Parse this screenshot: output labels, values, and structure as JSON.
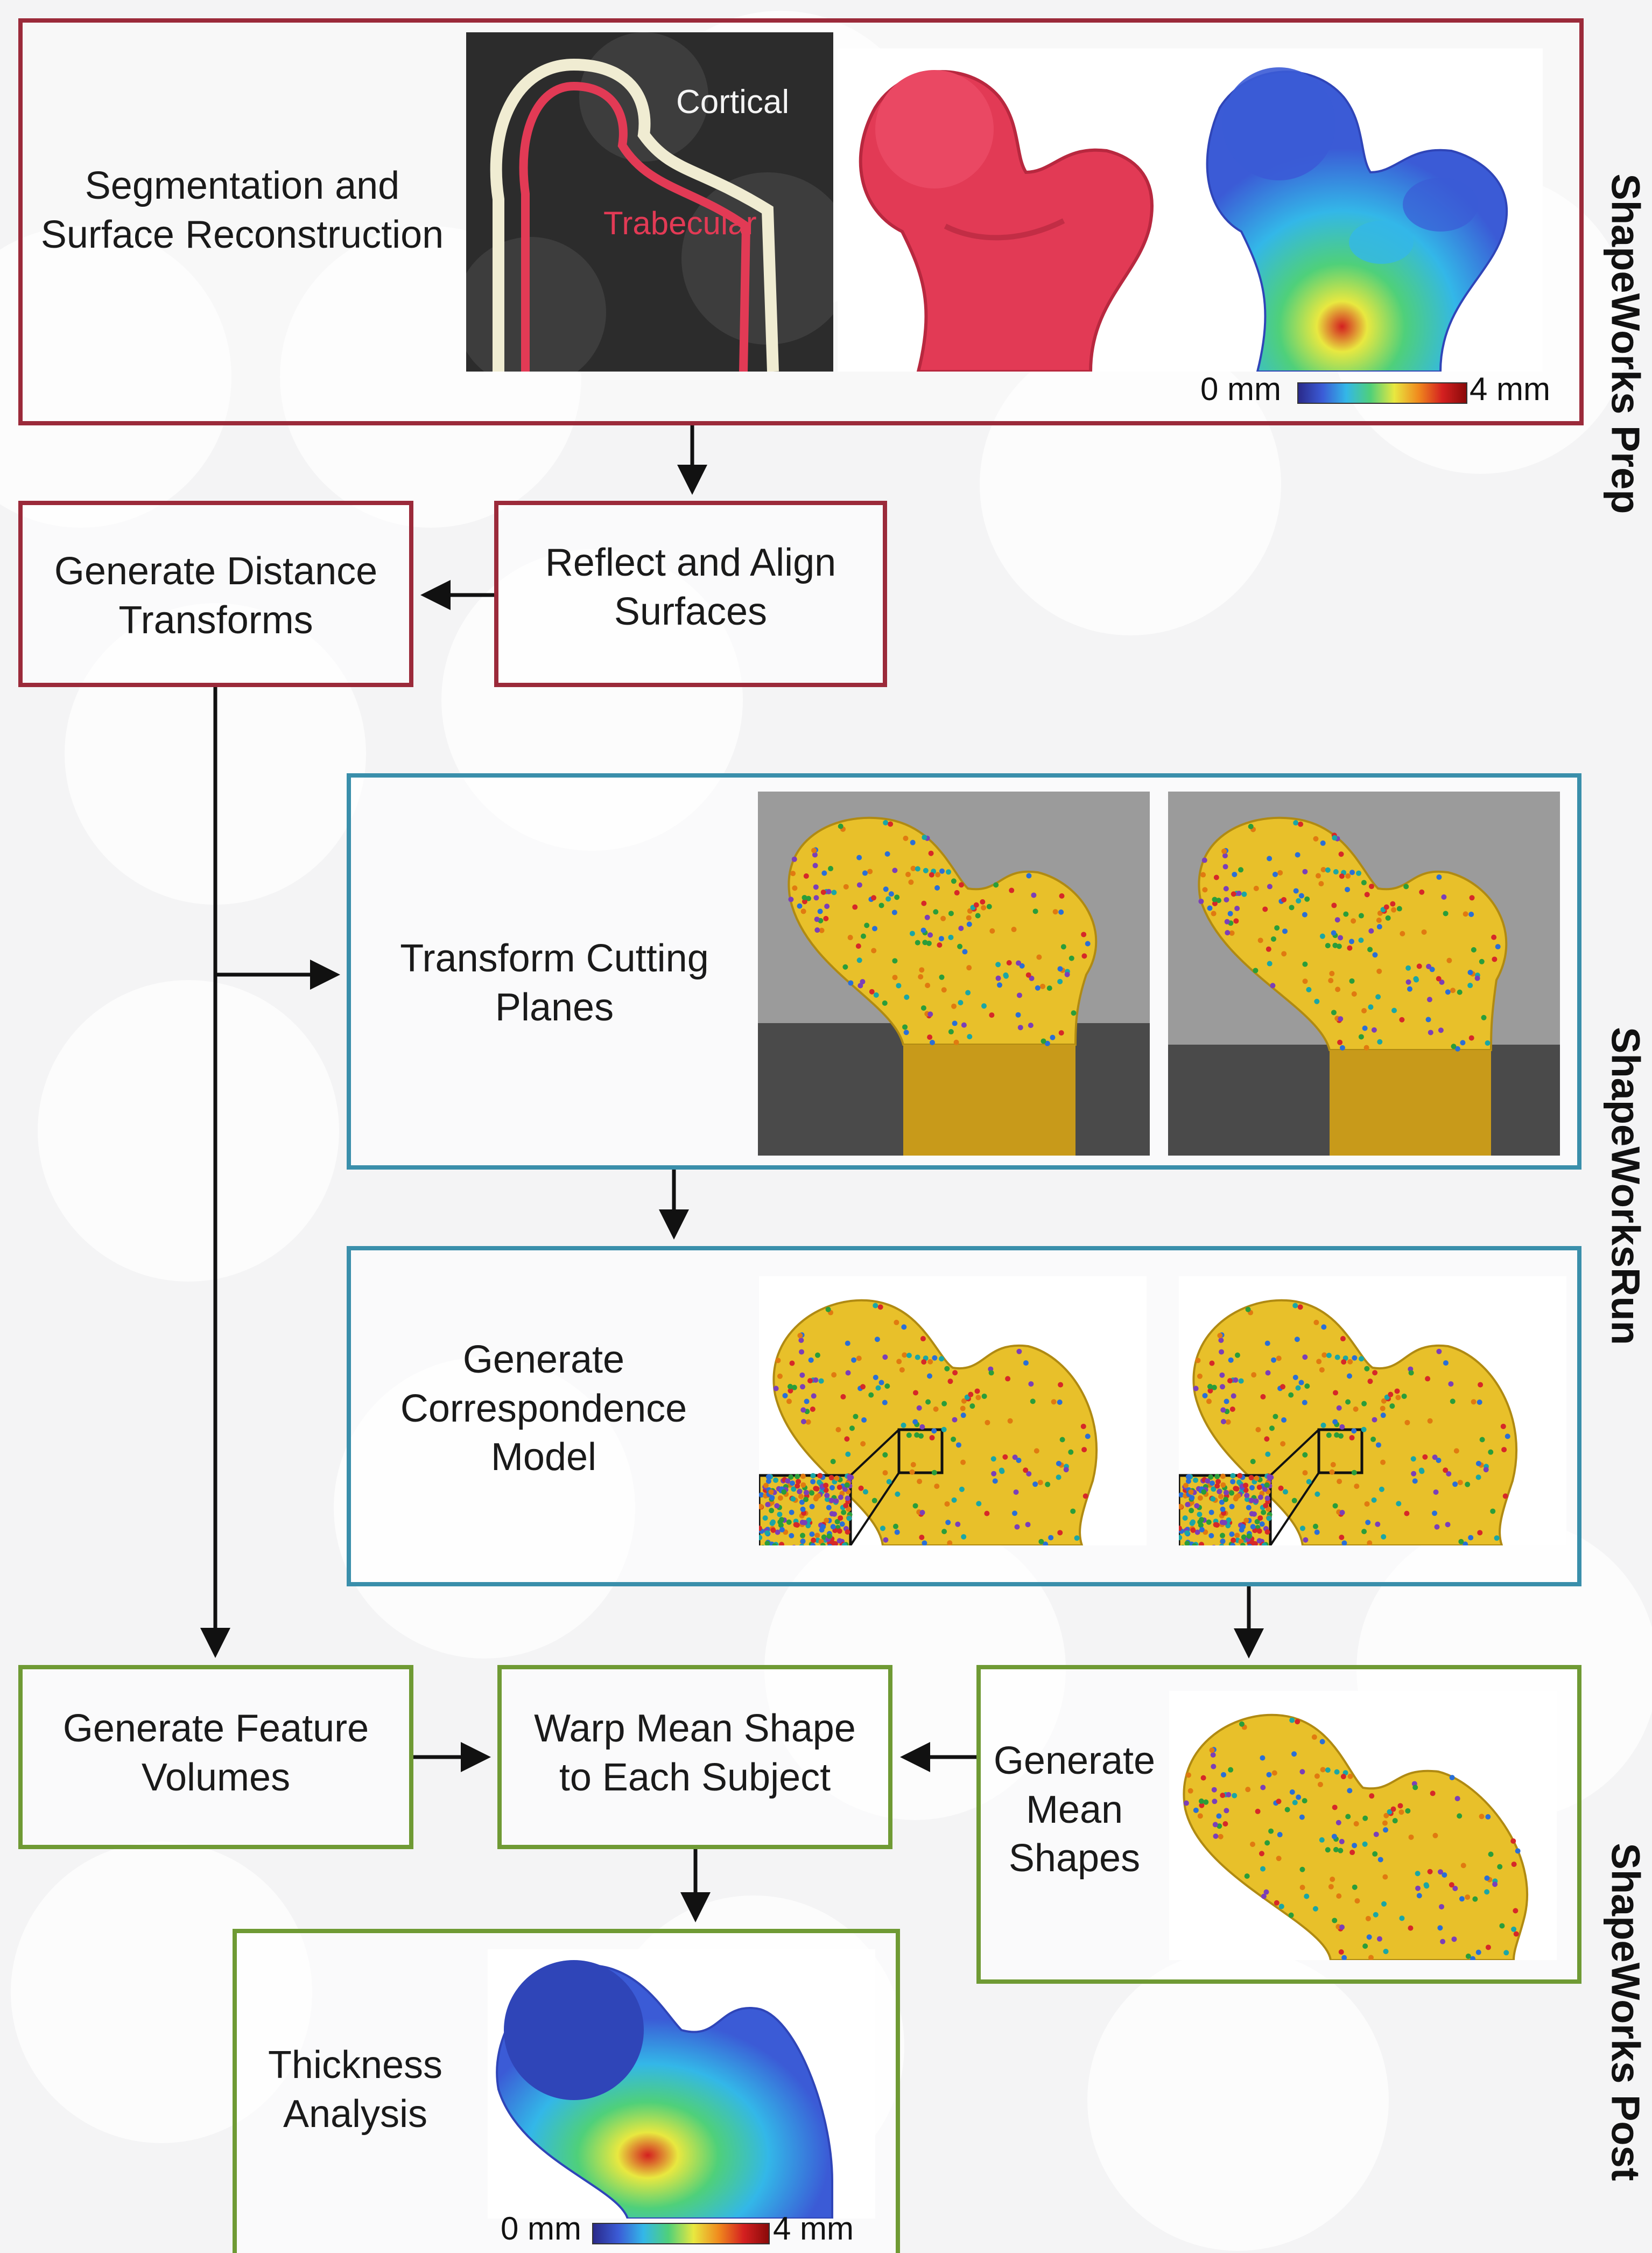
{
  "colors": {
    "prep_border": "#9b2a3a",
    "run_border": "#3a8fab",
    "post_border": "#6f9a34",
    "arrow": "#111111",
    "bone_red": "#e23a55",
    "bone_yellow": "#e8c02a",
    "thickness_blue": "#2f45b8"
  },
  "sections": {
    "prep": "ShapeWorks Prep",
    "run": "ShapeWorksRun",
    "post": "ShapeWorks Post"
  },
  "boxes": {
    "segmentation": "Segmentation and\nSurface Reconstruction",
    "reflect": "Reflect and Align\nSurfaces",
    "distance": "Generate Distance\nTransforms",
    "cutting": "Transform Cutting\nPlanes",
    "correspondence": "Generate\nCorrespondence\nModel",
    "feature": "Generate Feature\nVolumes",
    "warp": "Warp Mean Shape\nto Each Subject",
    "mean": "Generate\nMean\nShapes",
    "thickness": "Thickness\nAnalysis"
  },
  "ct_labels": {
    "cortical": "Cortical",
    "trabecular": "Trabecular"
  },
  "scales": {
    "top_min": "0 mm",
    "top_max": "4 mm",
    "bottom_min": "0 mm",
    "bottom_max": "4 mm"
  },
  "icons": {
    "ct_slice": "ct-scan-image",
    "femur_red": "femur-surface-red",
    "femur_thickness": "femur-thickness-map",
    "femur_particles": "femur-particle-model"
  }
}
